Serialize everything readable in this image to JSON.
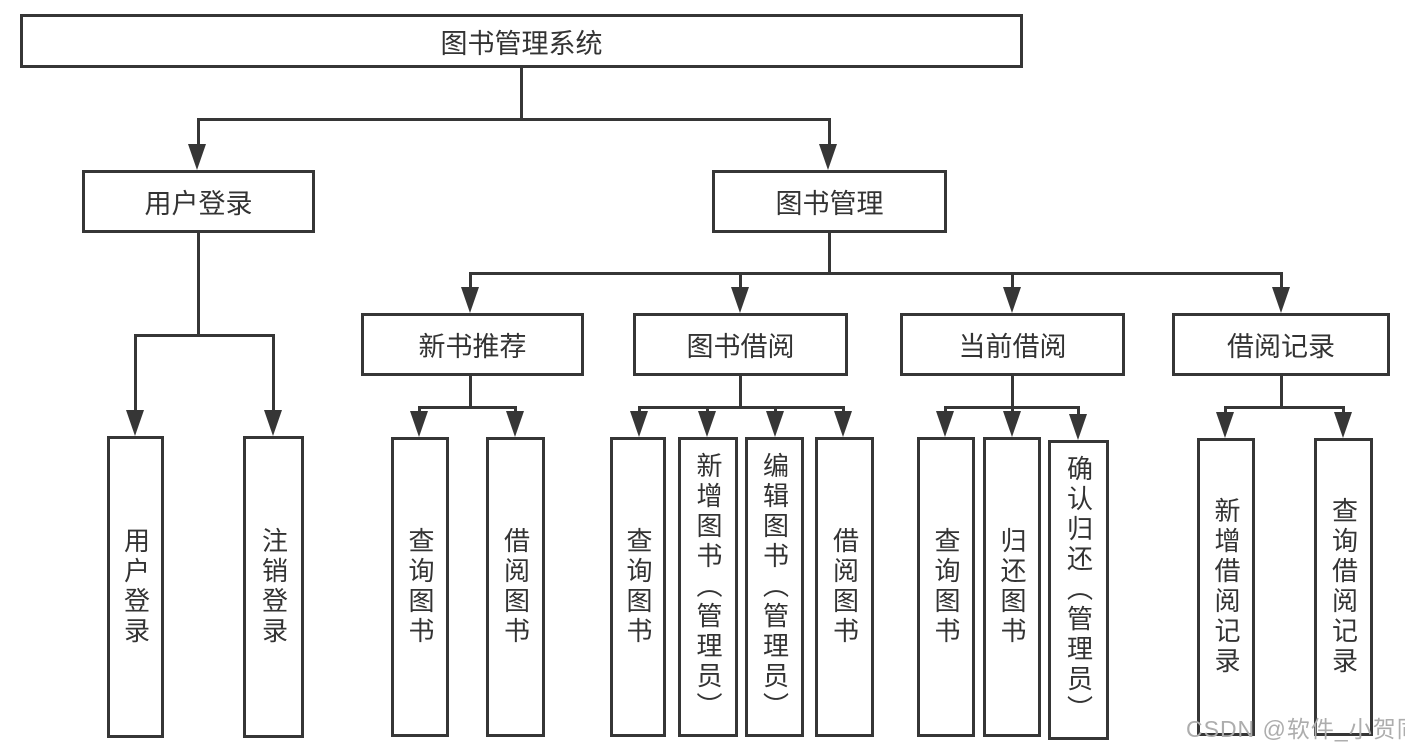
{
  "tree": {
    "root": "图书管理系统",
    "children": [
      {
        "label": "用户登录",
        "children": [
          {
            "label": "用户登录"
          },
          {
            "label": "注销登录"
          }
        ]
      },
      {
        "label": "图书管理",
        "children": [
          {
            "label": "新书推荐",
            "children": [
              {
                "label": "查询图书"
              },
              {
                "label": "借阅图书"
              }
            ]
          },
          {
            "label": "图书借阅",
            "children": [
              {
                "label": "查询图书"
              },
              {
                "label": "新增图书（管理员）"
              },
              {
                "label": "编辑图书（管理员）"
              },
              {
                "label": "借阅图书"
              }
            ]
          },
          {
            "label": "当前借阅",
            "children": [
              {
                "label": "查询图书"
              },
              {
                "label": "归还图书"
              },
              {
                "label": "确认归还（管理员）"
              }
            ]
          },
          {
            "label": "借阅记录",
            "children": [
              {
                "label": "新增借阅记录"
              },
              {
                "label": "查询借阅记录"
              }
            ]
          }
        ]
      }
    ]
  },
  "watermark": {
    "text": "CSDN @软件_小贺同学"
  },
  "colors": {
    "line": "#363636",
    "text": "#333333",
    "watermark": "#adadad",
    "background": "#ffffff"
  }
}
